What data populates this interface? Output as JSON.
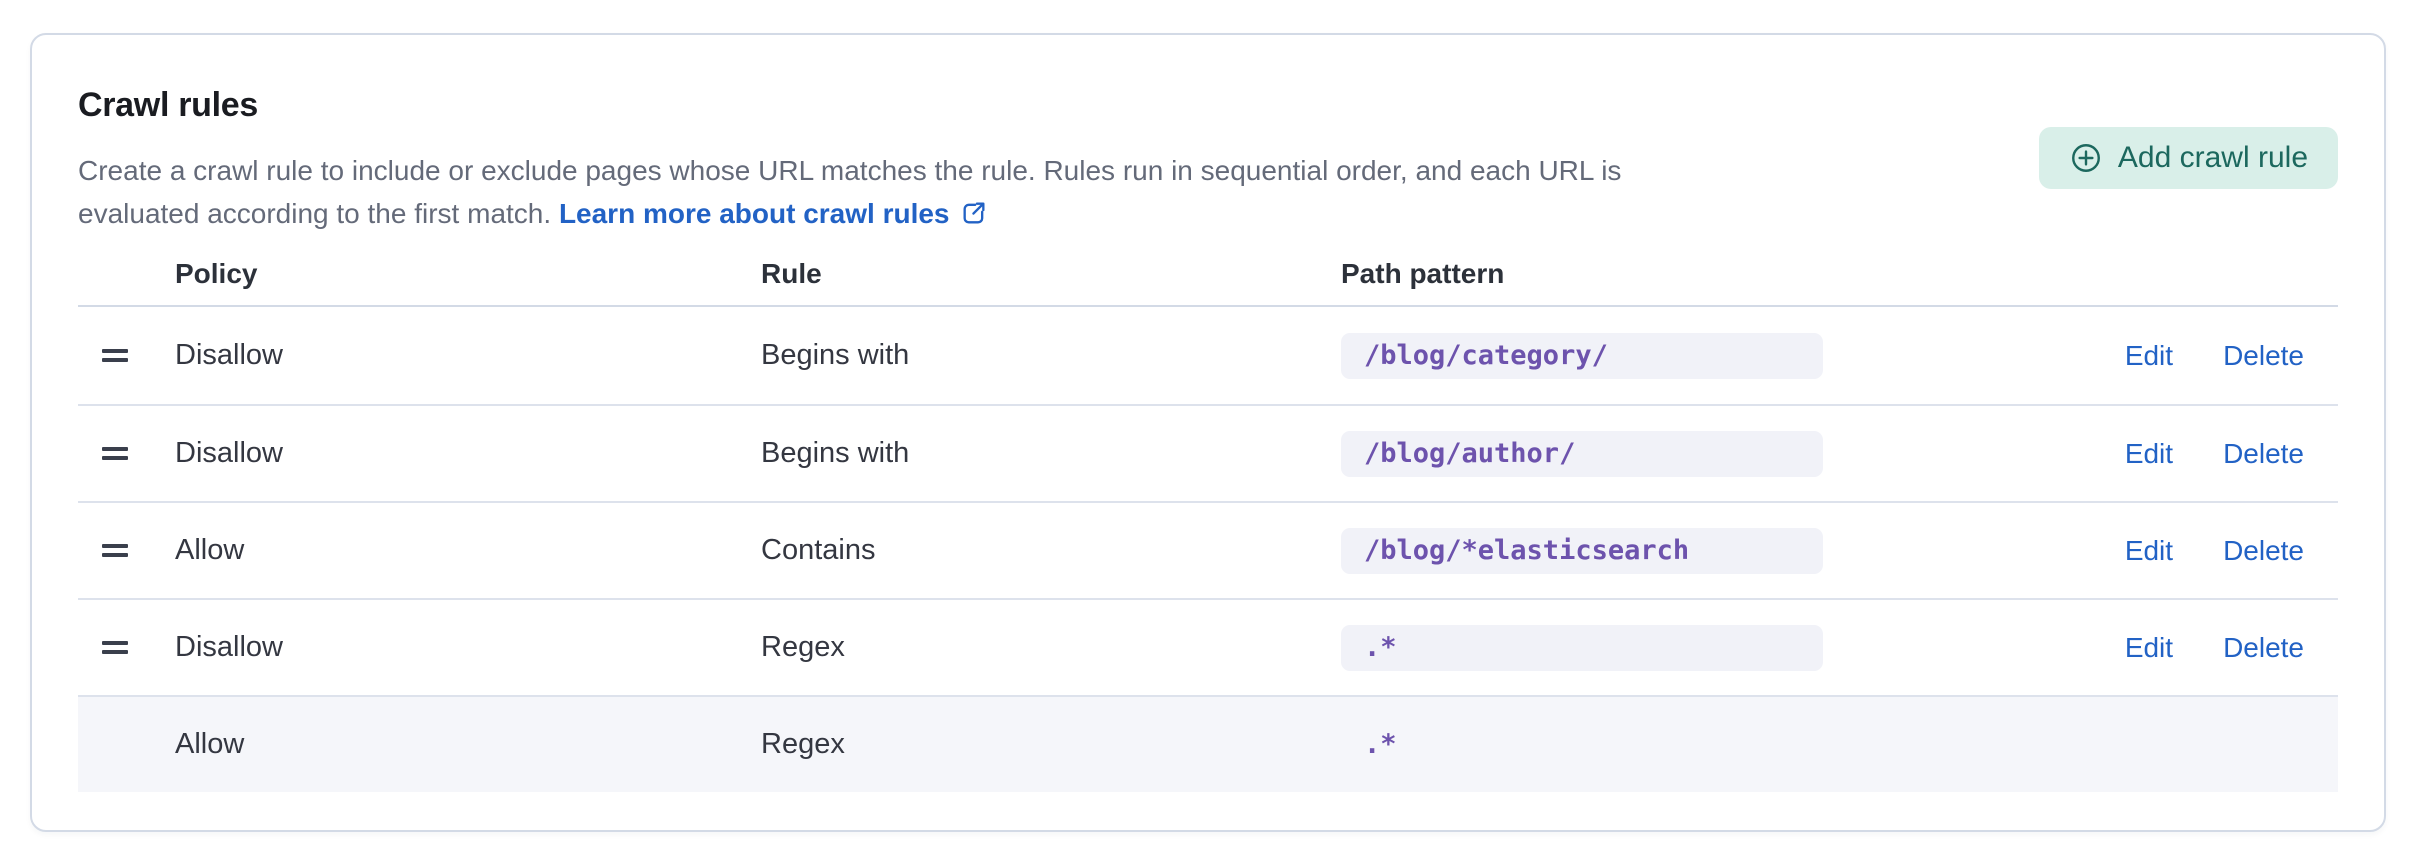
{
  "panel": {
    "title": "Crawl rules",
    "description_line1": "Create a crawl rule to include or exclude pages whose URL matches the rule. Rules run in sequential order, and each URL is",
    "description_line2": "evaluated according to the first match.",
    "link_label": "Learn more about crawl rules",
    "add_button_label": "Add crawl rule"
  },
  "table": {
    "columns": {
      "policy": "Policy",
      "rule": "Rule",
      "pattern": "Path pattern"
    },
    "action_labels": {
      "edit": "Edit",
      "delete": "Delete"
    },
    "rows": [
      {
        "policy": "Disallow",
        "rule": "Begins with",
        "pattern": "/blog/category/",
        "draggable": true,
        "has_actions": true,
        "highlighted": false
      },
      {
        "policy": "Disallow",
        "rule": "Begins with",
        "pattern": "/blog/author/",
        "draggable": true,
        "has_actions": true,
        "highlighted": false
      },
      {
        "policy": "Allow",
        "rule": "Contains",
        "pattern": "/blog/*elasticsearch",
        "draggable": true,
        "has_actions": true,
        "highlighted": false
      },
      {
        "policy": "Disallow",
        "rule": "Regex",
        "pattern": ".*",
        "draggable": true,
        "has_actions": true,
        "highlighted": false
      },
      {
        "policy": "Allow",
        "rule": "Regex",
        "pattern": ".*",
        "draggable": false,
        "has_actions": false,
        "highlighted": true
      }
    ]
  },
  "colors": {
    "panel_border": "#d3dae6",
    "row_border": "#dde2ec",
    "title_text": "#1a1c21",
    "body_text": "#646a79",
    "cell_text": "#343741",
    "link_blue": "#2262c5",
    "button_bg": "#d9efe9",
    "button_text": "#1c685e",
    "code_purple": "#6d53ad",
    "code_bg": "#f1f2f8",
    "highlight_row_bg": "#f5f6fa"
  }
}
